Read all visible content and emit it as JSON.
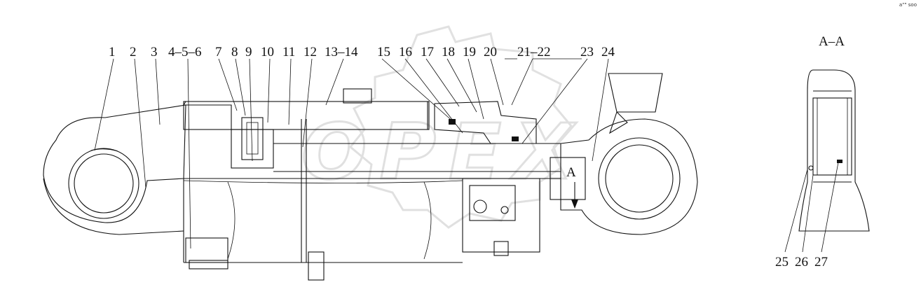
{
  "corner_mark": "a\"\" soo",
  "section_title": "A–A",
  "section_arrow_label": "A",
  "watermark": "OPEX",
  "part_labels": [
    "1",
    "2",
    "3",
    "4–5–6",
    "7",
    "8",
    "9",
    "10",
    "11",
    "12",
    "13–14",
    "15",
    "16",
    "17",
    "18",
    "19",
    "20",
    "21–22",
    "23",
    "24"
  ],
  "section_labels": [
    "25",
    "26",
    "27"
  ],
  "colors": {
    "ink": "#111111",
    "watermark": "#c8c8c8"
  }
}
